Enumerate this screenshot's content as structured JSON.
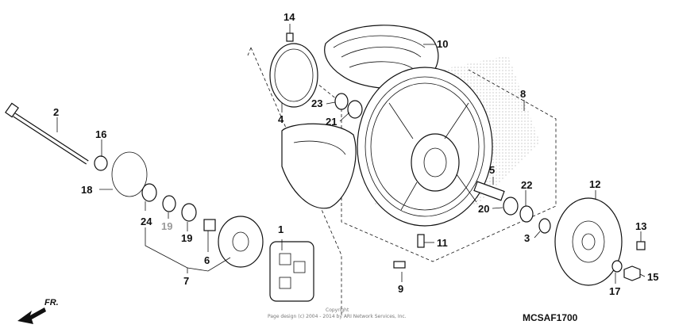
{
  "diagram": {
    "ref_code": "MCSAF1700",
    "copyright_line1": "Copyright",
    "copyright_line2": "Page design (c) 2004 - 2014 by ARI Network Services, Inc.",
    "direction_label": "FR.",
    "callouts": [
      {
        "id": "c1",
        "text": "1"
      },
      {
        "id": "c2",
        "text": "2"
      },
      {
        "id": "c3",
        "text": "3"
      },
      {
        "id": "c4",
        "text": "4"
      },
      {
        "id": "c5",
        "text": "5"
      },
      {
        "id": "c6",
        "text": "6"
      },
      {
        "id": "c7",
        "text": "7"
      },
      {
        "id": "c8",
        "text": "8"
      },
      {
        "id": "c9",
        "text": "9"
      },
      {
        "id": "c10",
        "text": "10"
      },
      {
        "id": "c11",
        "text": "11"
      },
      {
        "id": "c12",
        "text": "12"
      },
      {
        "id": "c13",
        "text": "13"
      },
      {
        "id": "c14",
        "text": "14"
      },
      {
        "id": "c15",
        "text": "15"
      },
      {
        "id": "c16",
        "text": "16"
      },
      {
        "id": "c17",
        "text": "17"
      },
      {
        "id": "c18",
        "text": "18"
      },
      {
        "id": "c19a",
        "text": "19"
      },
      {
        "id": "c19b",
        "text": "19"
      },
      {
        "id": "c20",
        "text": "20"
      },
      {
        "id": "c21",
        "text": "21"
      },
      {
        "id": "c22",
        "text": "22"
      },
      {
        "id": "c23",
        "text": "23"
      },
      {
        "id": "c24",
        "text": "24"
      }
    ]
  }
}
